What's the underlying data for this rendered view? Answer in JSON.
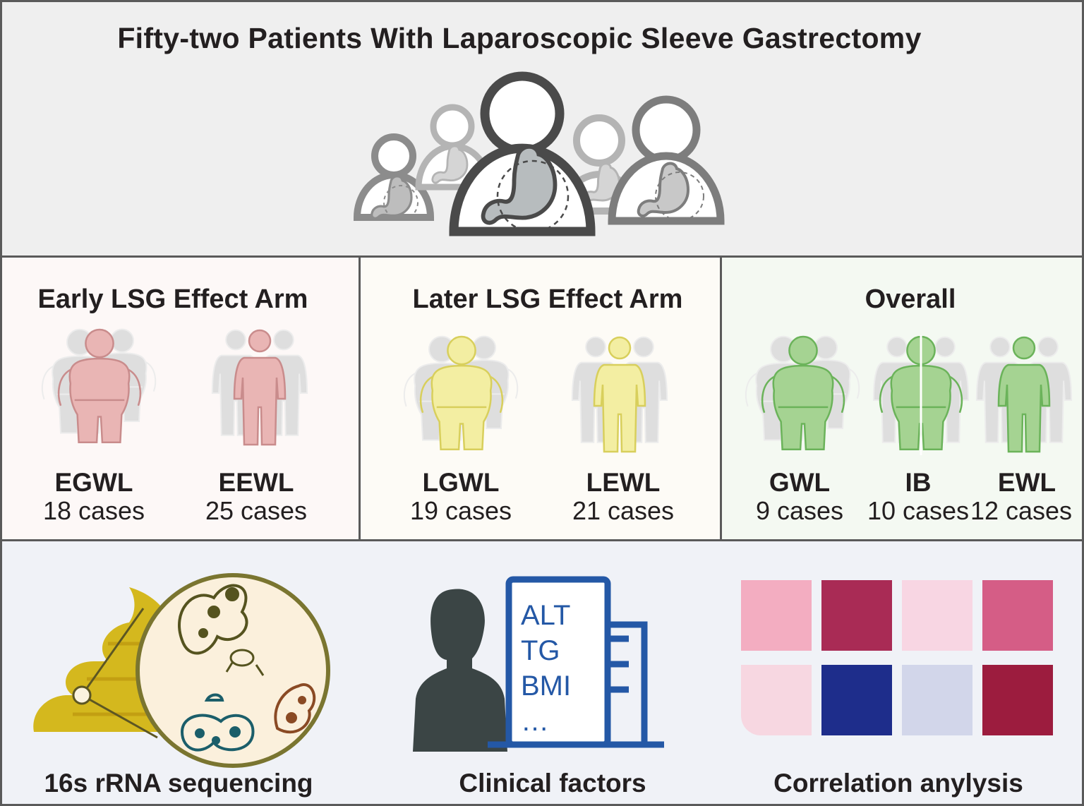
{
  "title": "Fifty-two Patients With Laparoscopic Sleeve Gastrectomy",
  "arms": [
    {
      "title": "Early LSG Effect Arm",
      "color": "#e9b5b4",
      "stroke": "#c98c8c",
      "groups": [
        {
          "label": "EGWL",
          "cases": "18 cases"
        },
        {
          "label": "EEWL",
          "cases": "25 cases"
        }
      ]
    },
    {
      "title": "Later LSG Effect Arm",
      "color": "#f3eea2",
      "stroke": "#d8cf5c",
      "groups": [
        {
          "label": "LGWL",
          "cases": "19 cases"
        },
        {
          "label": "LEWL",
          "cases": "21 cases"
        }
      ]
    },
    {
      "title": "Overall",
      "color": "#a5d392",
      "stroke": "#6bb35a",
      "groups": [
        {
          "label": "GWL",
          "cases": "9 cases"
        },
        {
          "label": "IB",
          "cases": "10 cases"
        },
        {
          "label": "EWL",
          "cases": "12 cases"
        }
      ]
    }
  ],
  "bottom": {
    "sequencing_label": "16s rRNA sequencing",
    "clinical_label": "Clinical factors",
    "clinical_items": [
      "ALT",
      "TG",
      "BMI",
      "…"
    ],
    "correlation_label": "Correlation anylysis",
    "heatmap_colors": [
      "#f3adc1",
      "#a92b55",
      "#f8d6e3",
      "#d55d86",
      "#f7d7e1",
      "#1e2d8b",
      "#d2d6ea",
      "#9c1c3e"
    ]
  }
}
